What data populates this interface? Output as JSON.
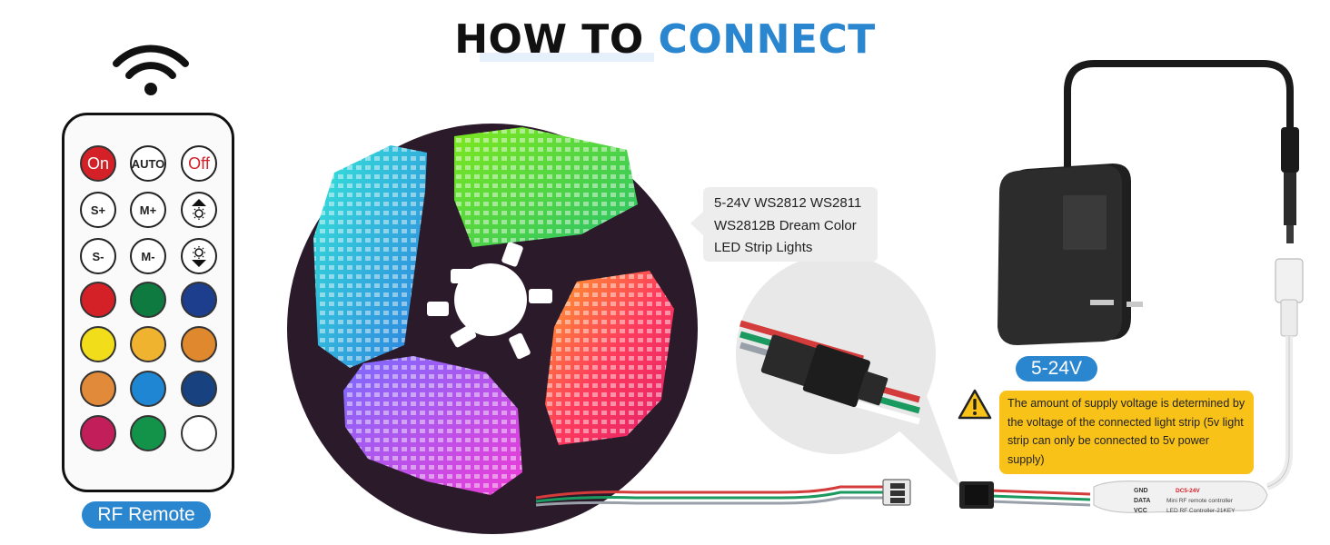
{
  "title": {
    "part1": "HOW TO",
    "part2": "CONNECT"
  },
  "remote": {
    "label": "RF Remote",
    "buttons": [
      "On",
      "AUTO",
      "Off",
      "S+",
      "M+",
      "S-",
      "M-"
    ],
    "colors": [
      "#d42027",
      "#0f7a3f",
      "#1c3e8c",
      "#f2dd1a",
      "#f0b330",
      "#e0882e",
      "#e08a3a",
      "#1f86d4",
      "#17427f",
      "#c21e5a",
      "#13924a",
      "#ffffff"
    ]
  },
  "strip_info": {
    "line1": "5-24V WS2812 WS2811",
    "line2": "WS2812B Dream Color",
    "line3": "LED Strip Lights"
  },
  "power": {
    "voltage_label": "5-24V"
  },
  "warning": {
    "text": "The amount of supply voltage is determined by the voltage of the connected light strip (5v light strip can only be connected to 5v power supply)"
  },
  "controller": {
    "gnd": "GND",
    "data": "DATA",
    "vcc": "VCC",
    "rating": "DC5-24V",
    "line1": "Mini RF remote controller",
    "line2": "LED RF Controller-21KEY"
  },
  "accent_color": "#2b86d0",
  "warning_color": "#f9c218"
}
